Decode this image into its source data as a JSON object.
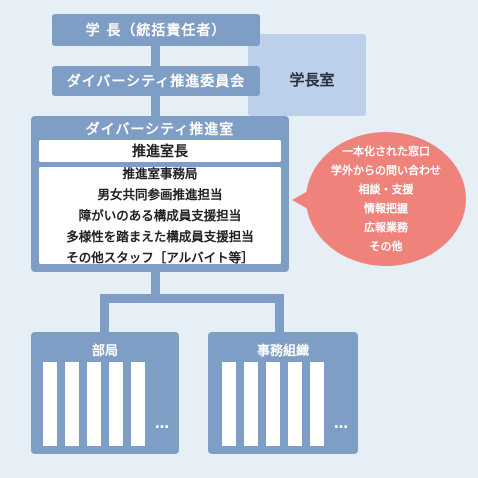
{
  "president": {
    "label": "学 長（統括責任者）"
  },
  "committee": {
    "label": "ダイバーシティ推進委員会"
  },
  "office": {
    "label": "学長室"
  },
  "promotion_office": {
    "title": "ダイバーシティ推進室",
    "head": "推進室長",
    "staff": [
      "推進室事務局",
      "男女共同参画推進担当",
      "障がいのある構成員支援担当",
      "多様性を踏まえた構成員支援担当",
      "その他スタッフ［アルバイト等］"
    ]
  },
  "bubble": {
    "lines": [
      "一本化された窓口",
      "学外からの問い合わせ",
      "相談・支援",
      "情報把握",
      "広報業務",
      "その他"
    ]
  },
  "departments": [
    {
      "label": "部局",
      "ellipsis": "…"
    },
    {
      "label": "事務組織",
      "ellipsis": "…"
    }
  ],
  "colors": {
    "box": "#7f9ec6",
    "office": "#bcd0eb",
    "bubble": "#f0827c",
    "background": "#e6eef6"
  }
}
